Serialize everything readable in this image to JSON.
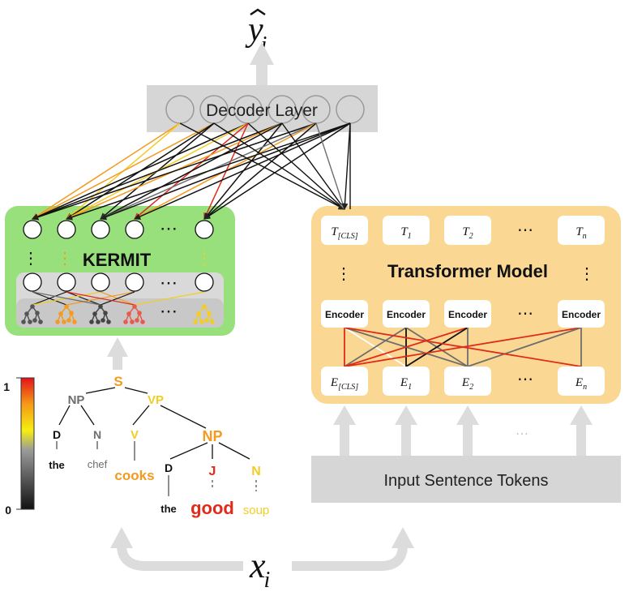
{
  "output_label": {
    "base": "y",
    "sub": "i"
  },
  "input_label": {
    "base": "x",
    "sub": "i"
  },
  "decoder_label": "Decoder Layer",
  "kermit_label": "KERMIT",
  "transformer_label": "Transformer Model",
  "input_tokens_label": "Input Sentence Tokens",
  "encoder_label": "Encoder",
  "ellipsis": "⋯",
  "vdots": "⋮",
  "t_tokens": [
    {
      "base": "T",
      "sub": "[CLS]"
    },
    {
      "base": "T",
      "sub": "1"
    },
    {
      "base": "T",
      "sub": "2"
    },
    {
      "base": "T",
      "sub": "n"
    }
  ],
  "e_tokens": [
    {
      "base": "E",
      "sub": "[CLS]"
    },
    {
      "base": "E",
      "sub": "1"
    },
    {
      "base": "E",
      "sub": "2"
    },
    {
      "base": "E",
      "sub": "n"
    }
  ],
  "colorbar": {
    "top_label": "1",
    "bottom_label": "0"
  },
  "tree": {
    "S": "S",
    "NP1": "NP",
    "VP": "VP",
    "D1": "D",
    "N1": "N",
    "V": "V",
    "NP2": "NP",
    "D2": "D",
    "J": "J",
    "N2": "N",
    "w_the1": "the",
    "w_chef": "chef",
    "w_cooks": "cooks",
    "w_the2": "the",
    "w_good": "good",
    "w_soup": "soup"
  },
  "colors": {
    "green_box": "#97e07b",
    "orange_box": "#fad893",
    "gray_box": "#d6d6d6",
    "gray_arrow": "#dcdcdc",
    "red": "#e02a1a",
    "orange": "#f39a1f",
    "yellow": "#f2cc27",
    "gray": "#6e6e6e",
    "black": "#111111"
  }
}
